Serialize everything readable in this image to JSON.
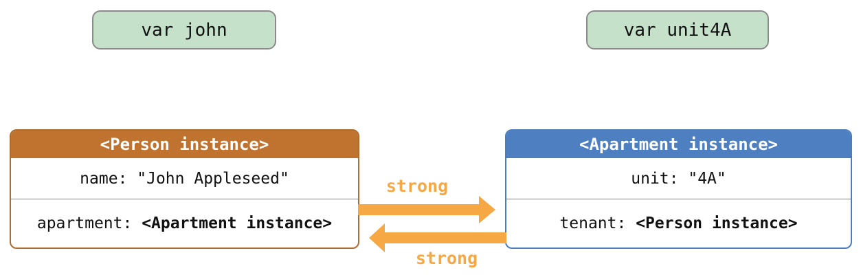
{
  "diagram": {
    "description": "Strong reference cycle between a Person instance and an Apartment instance",
    "variables": [
      {
        "label": "var john"
      },
      {
        "label": "var unit4A"
      }
    ],
    "instances": {
      "person": {
        "title": "<Person instance>",
        "rows": [
          {
            "label": "name: ",
            "value": "\"John Appleseed\""
          },
          {
            "label": "apartment: ",
            "value": "<Apartment instance>"
          }
        ]
      },
      "apartment": {
        "title": "<Apartment instance>",
        "rows": [
          {
            "label": "unit: ",
            "value": "\"4A\""
          },
          {
            "label": "tenant: ",
            "value": "<Person instance>"
          }
        ]
      }
    },
    "references": [
      {
        "label": "strong",
        "direction": "left-to-right"
      },
      {
        "label": "strong",
        "direction": "right-to-left"
      }
    ],
    "colors": {
      "variable_fill": "#c5e1c9",
      "variable_border": "#8a8a8a",
      "person_header": "#bf732f",
      "person_border": "#b06a2b",
      "apartment_header": "#4e80c1",
      "apartment_border": "#4a7cbe",
      "arrow": "#f5a843",
      "text": "#111111",
      "background": "#ffffff"
    }
  }
}
